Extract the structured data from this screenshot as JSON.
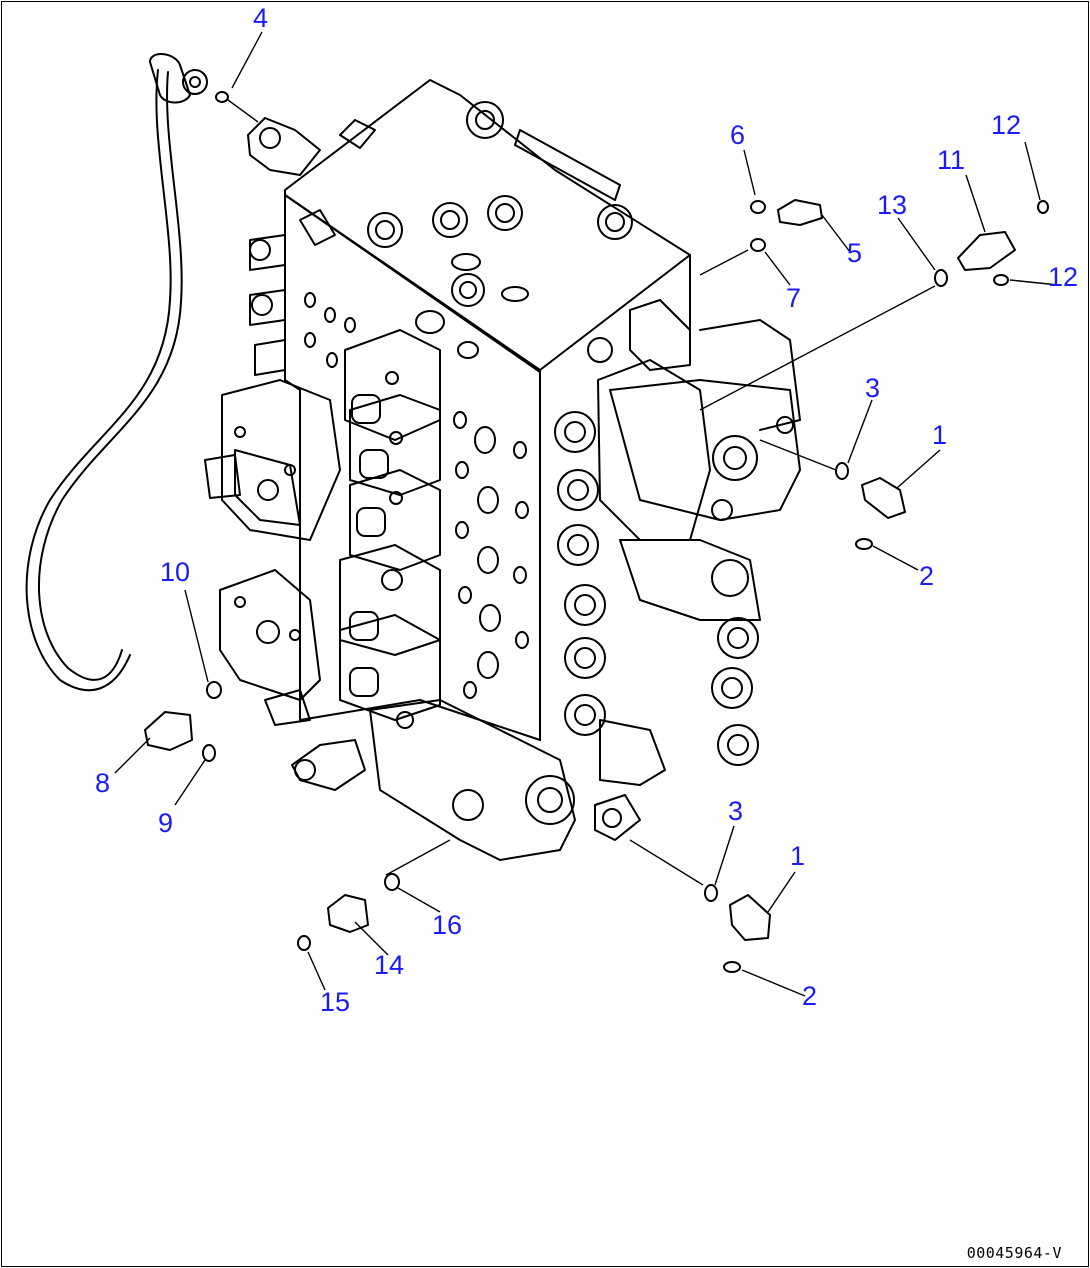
{
  "callouts": [
    {
      "id": "c4",
      "text": "4"
    },
    {
      "id": "c6",
      "text": "6"
    },
    {
      "id": "c5",
      "text": "5"
    },
    {
      "id": "c7",
      "text": "7"
    },
    {
      "id": "c13",
      "text": "13"
    },
    {
      "id": "c11",
      "text": "11"
    },
    {
      "id": "c12a",
      "text": "12"
    },
    {
      "id": "c12b",
      "text": "12"
    },
    {
      "id": "c3a",
      "text": "3"
    },
    {
      "id": "c1a",
      "text": "1"
    },
    {
      "id": "c2a",
      "text": "2"
    },
    {
      "id": "c10",
      "text": "10"
    },
    {
      "id": "c8",
      "text": "8"
    },
    {
      "id": "c9",
      "text": "9"
    },
    {
      "id": "c3b",
      "text": "3"
    },
    {
      "id": "c1b",
      "text": "1"
    },
    {
      "id": "c16",
      "text": "16"
    },
    {
      "id": "c14",
      "text": "14"
    },
    {
      "id": "c15",
      "text": "15"
    },
    {
      "id": "c2b",
      "text": "2"
    }
  ],
  "document_id": "00045964-V",
  "colors": {
    "callout": "#1a1aff",
    "line": "#000000",
    "background": "#ffffff"
  }
}
